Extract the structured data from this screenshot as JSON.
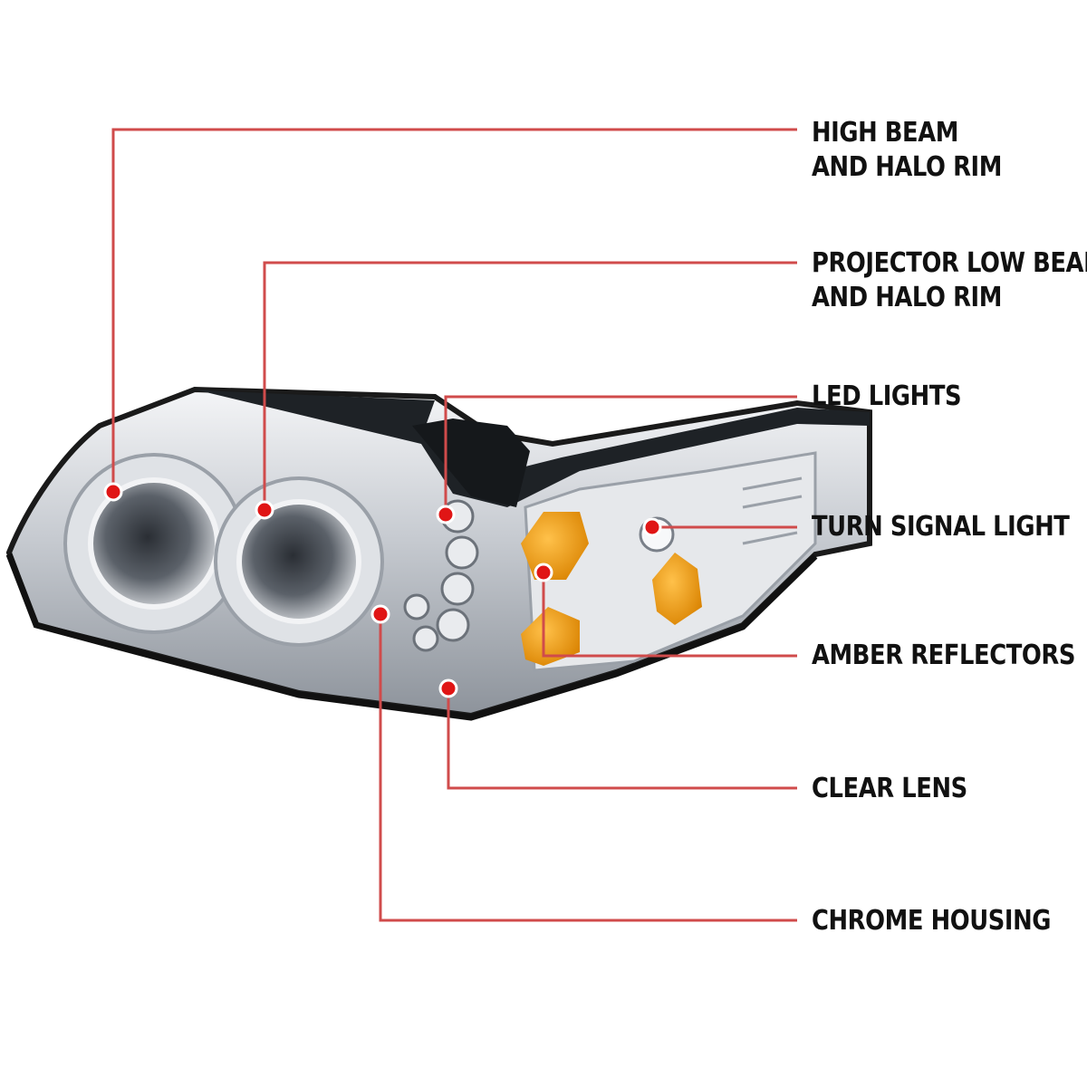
{
  "diagram": {
    "accent_color": "#d04b4b",
    "dot_color": "#e01515",
    "housing_color": "#c9cdd3",
    "amber_color": "#f0a020",
    "callouts": [
      {
        "id": "high-beam",
        "lines": [
          "HIGH BEAM",
          "AND HALO RIM"
        ]
      },
      {
        "id": "projector-low-beam",
        "lines": [
          "PROJECTOR LOW BEAM",
          "AND HALO RIM"
        ]
      },
      {
        "id": "led-lights",
        "lines": [
          "LED LIGHTS"
        ]
      },
      {
        "id": "turn-signal",
        "lines": [
          "TURN SIGNAL LIGHT"
        ]
      },
      {
        "id": "amber-reflectors",
        "lines": [
          "AMBER REFLECTORS"
        ]
      },
      {
        "id": "clear-lens",
        "lines": [
          "CLEAR LENS"
        ]
      },
      {
        "id": "chrome-housing",
        "lines": [
          "CHROME HOUSING"
        ]
      }
    ]
  }
}
